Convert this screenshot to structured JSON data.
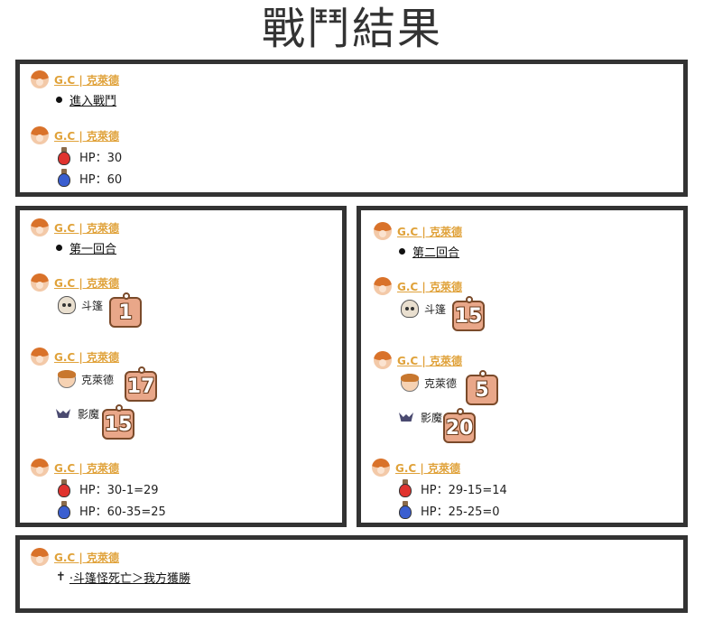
{
  "page": {
    "title": "戰鬥結果"
  },
  "user": "G.C | 克萊德",
  "intro": {
    "enter_label": "進入戰鬥",
    "hp_red": "HP：30",
    "hp_blue": "HP：60"
  },
  "round1": {
    "label": "第一回合",
    "monster_name": "斗篷",
    "monster_dmg": "1",
    "hero_name": "克萊德",
    "hero_dmg": "17",
    "shadow_name": "影魔",
    "shadow_dmg": "15",
    "hp_red": "HP：30-1=29",
    "hp_blue": "HP：60-35=25"
  },
  "round2": {
    "label": "第二回合",
    "monster_name": "斗篷",
    "monster_dmg": "15",
    "hero_name": "克萊德",
    "hero_dmg": "5",
    "shadow_name": "影魔",
    "shadow_dmg": "20",
    "hp_red": "HP：29-15=14",
    "hp_blue": "HP：25-25=0"
  },
  "result": {
    "text": "‧斗篷怪死亡＞我方獲勝",
    "cross": "✝"
  }
}
